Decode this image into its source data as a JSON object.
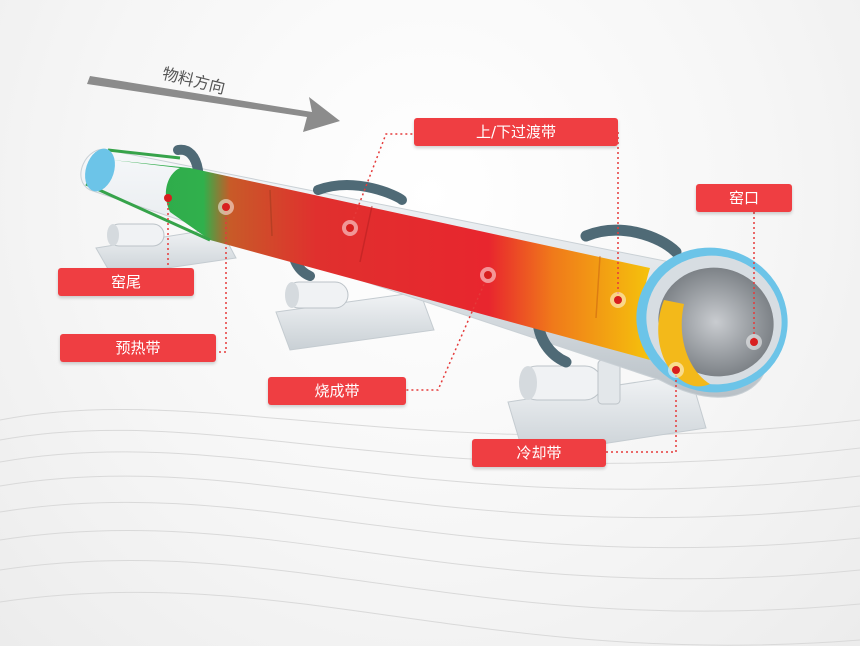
{
  "direction_label": "物料方向",
  "zones": {
    "kiln_tail": "窑尾",
    "preheat": "预热带",
    "sintering": "烧成带",
    "transition": "上/下过渡带",
    "cooling": "冷却带",
    "kiln_head": "窑口"
  },
  "colors": {
    "label": "#ef3e42",
    "preheat": "#2ea84a",
    "sintering": "#e52d2d",
    "transition": "#f07a1a",
    "shell": "#e4e8ec",
    "lining": "#6cc4e8"
  }
}
